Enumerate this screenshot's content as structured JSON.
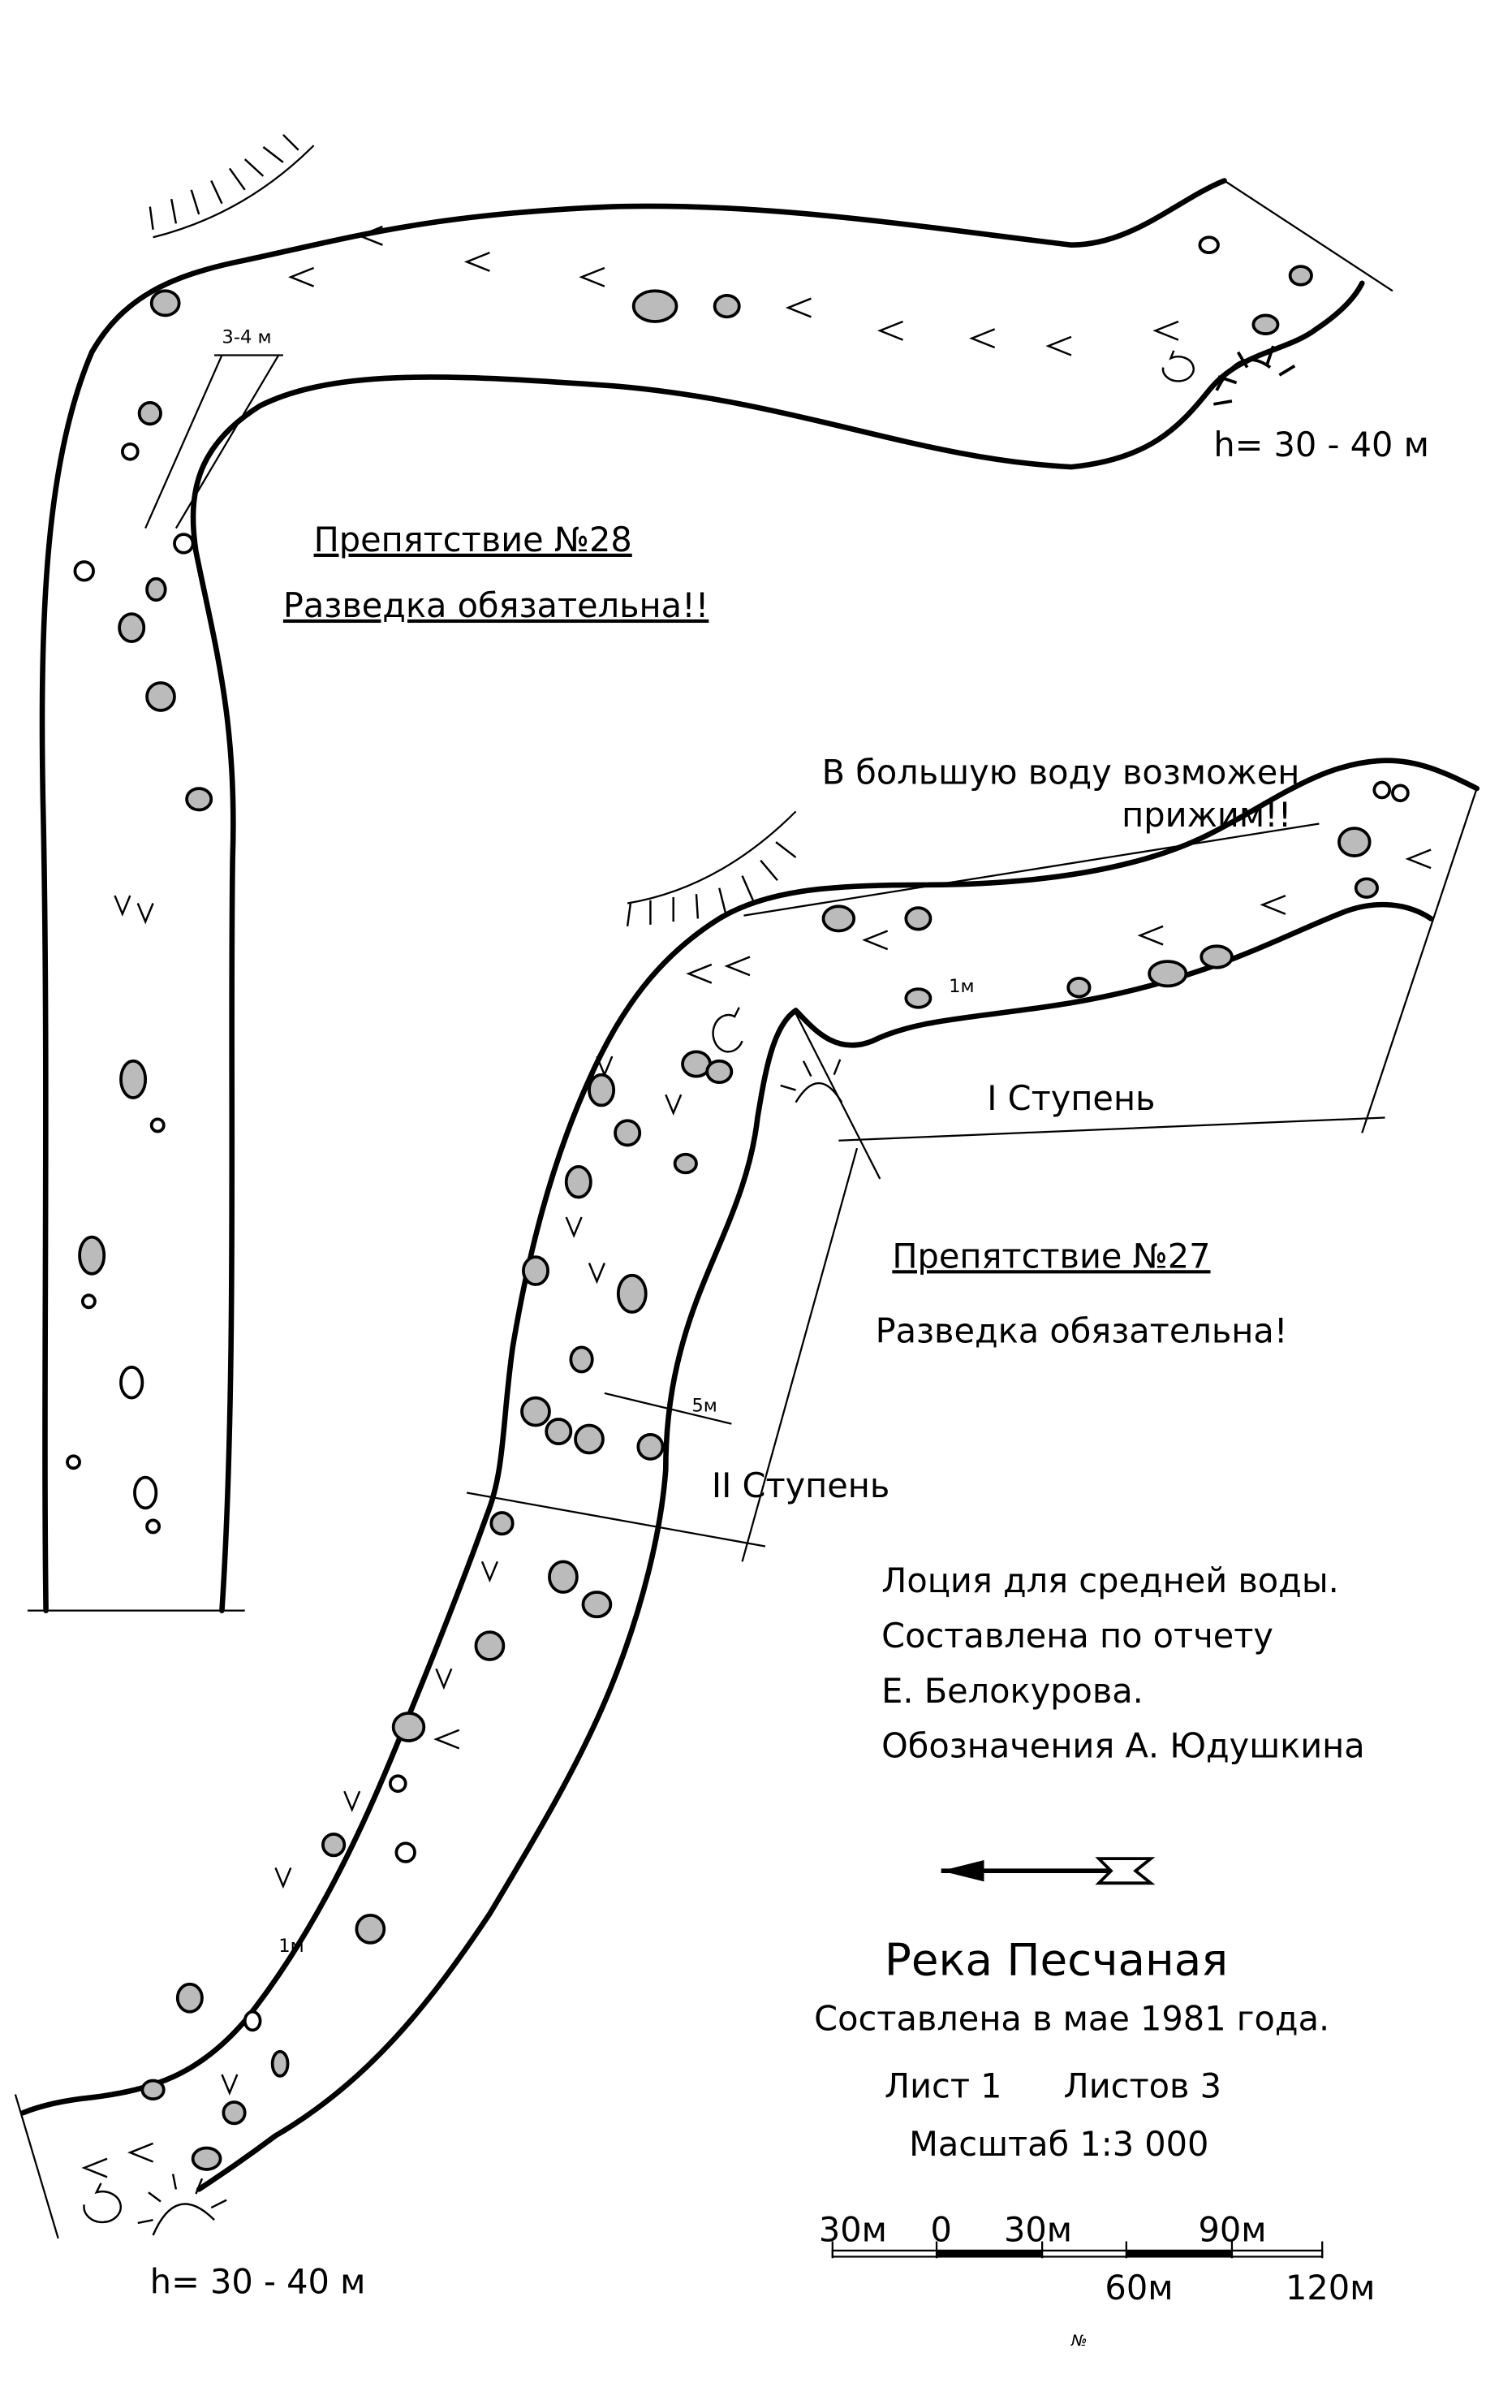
{
  "title": "Река Песчаная",
  "subtitle": "Составлена в мае 1981 года.",
  "sheet": "Лист 1",
  "sheets_total": "Листов 3",
  "scale": "Масштаб 1:3 000",
  "obstacle_28": {
    "name": "Препятствие №28",
    "note": "Разведка обязательна!!"
  },
  "obstacle_27": {
    "name": "Препятствие №27",
    "note": "Разведка обязательна!"
  },
  "warning": [
    "В большую воду возможен",
    "прижим!!"
  ],
  "step_1": "I Ступень",
  "step_2": "II Ступень",
  "height_top": "h= 30 - 40 м",
  "height_bottom": "h= 30 - 40 м",
  "width_mark": "3-4 м",
  "drop_5m": "5м",
  "drop_1m_a": "1м",
  "drop_1m_b": "1м",
  "credits": [
    "Лоция для средней воды.",
    "Составлена по отчету",
    "Е. Белокурова.",
    "Обозначения  А. Юдушкина"
  ],
  "scale_bar": {
    "top_labels": [
      "30м",
      "0",
      "30м",
      "90м"
    ],
    "bottom_labels": [
      "60м",
      "120м"
    ]
  },
  "page_mark": "№"
}
